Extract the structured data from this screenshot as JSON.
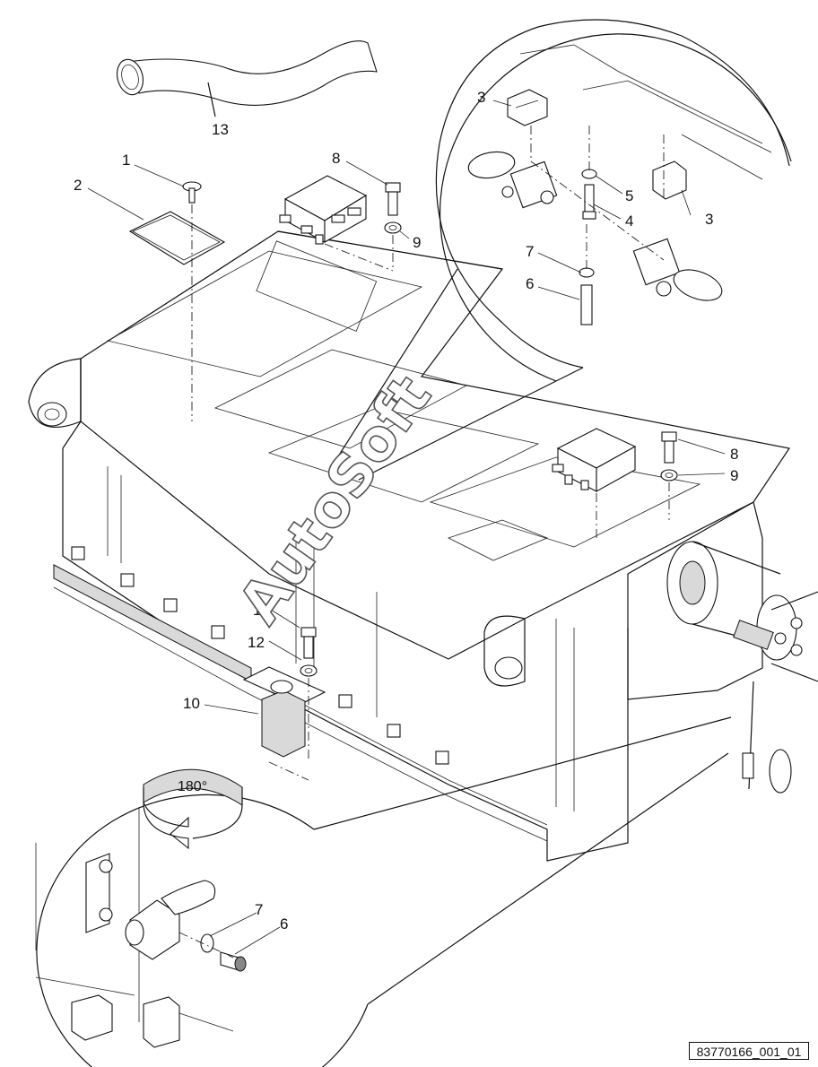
{
  "figure": {
    "reference_code": "83770166_001_01",
    "watermark": "AutoSoft",
    "rotation_label": "180°",
    "callouts": {
      "c1": "1",
      "c2": "2",
      "c3a": "3",
      "c3b": "3",
      "c4": "4",
      "c5": "5",
      "c6a": "6",
      "c6b": "6",
      "c7a": "7",
      "c7b": "7",
      "c8a": "8",
      "c8b": "8",
      "c9a": "9",
      "c9b": "9",
      "c10": "10",
      "c11": "11",
      "c12": "12",
      "c13": "13"
    }
  }
}
